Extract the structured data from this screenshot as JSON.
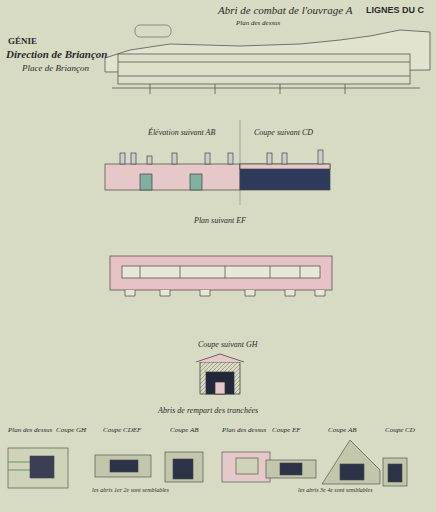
{
  "diagram": {
    "title": "Abri de combat de l'ouvrage A",
    "labels": [
      "LIGNES DU C",
      "GÉNIE",
      "Direction de Briançon",
      "Place de Briançon",
      "Plan des dessus",
      "Élévation suivant AB",
      "Coupe suivant CD",
      "Plan suivant EF",
      "Coupe suivant GH",
      "Abris de rempart des tranchées",
      "Plan des dessus",
      "Coupe GH",
      "Coupe CDEF",
      "Coupe AB",
      "Plan des dessus",
      "Coupe EF",
      "Coupe AB",
      "Coupe CD",
      "les abris 1er 2e sont semblables",
      "les abris 3e 4e sont semblables"
    ]
  }
}
